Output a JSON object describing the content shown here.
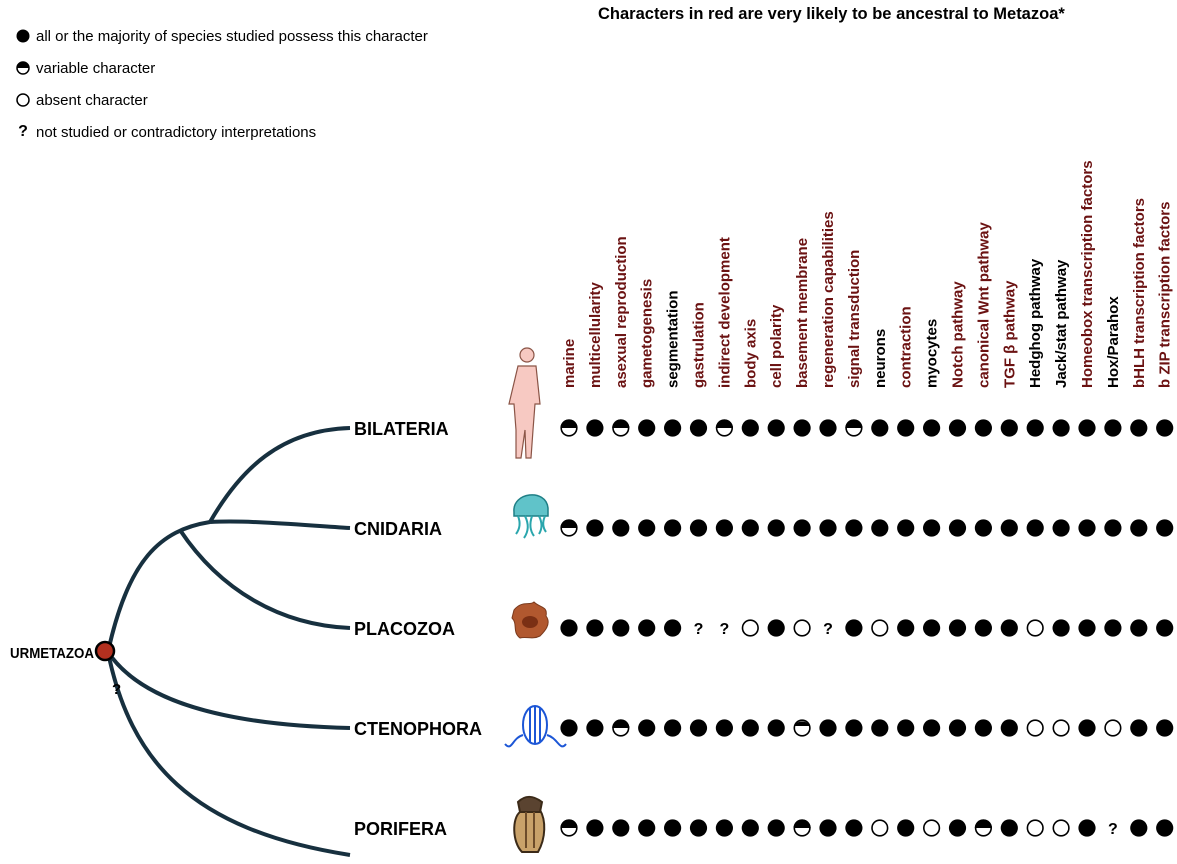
{
  "title": "Characters in red are very likely to be ancestral to Metazoa*",
  "legend": {
    "all": "all or the majority of species studied possess this character",
    "variable": "variable character",
    "absent": "absent character",
    "unknown_symbol": "?",
    "unknown": "not studied or contradictory interpretations"
  },
  "colors": {
    "ancestral": "#6b1212",
    "normal": "#000000",
    "branch": "#17303f"
  },
  "root_label": "URMETAZOA",
  "root_question": "?",
  "characters": [
    {
      "label": "marine",
      "ancestral": true
    },
    {
      "label": "multicellularity",
      "ancestral": true
    },
    {
      "label": "asexual reproduction",
      "ancestral": true
    },
    {
      "label": "gametogenesis",
      "ancestral": true
    },
    {
      "label": "segmentation",
      "ancestral": false
    },
    {
      "label": "gastrulation",
      "ancestral": true
    },
    {
      "label": "indirect development",
      "ancestral": true
    },
    {
      "label": "body axis",
      "ancestral": true
    },
    {
      "label": "cell polarity",
      "ancestral": true
    },
    {
      "label": "basement membrane",
      "ancestral": true
    },
    {
      "label": "regeneration capabilities",
      "ancestral": true
    },
    {
      "label": "signal transduction",
      "ancestral": true
    },
    {
      "label": "neurons",
      "ancestral": false
    },
    {
      "label": "contraction",
      "ancestral": true
    },
    {
      "label": "myocytes",
      "ancestral": false
    },
    {
      "label": "Notch pathway",
      "ancestral": true
    },
    {
      "label": "canonical Wnt pathway",
      "ancestral": true
    },
    {
      "label": "TGF β pathway",
      "ancestral": true
    },
    {
      "label": "Hedghog pathway",
      "ancestral": false
    },
    {
      "label": "Jack/stat pathway",
      "ancestral": false
    },
    {
      "label": "Homeobox transcription factors",
      "ancestral": true
    },
    {
      "label": "Hox/Parahox",
      "ancestral": false
    },
    {
      "label": "bHLH transcription factors",
      "ancestral": true
    },
    {
      "label": "b ZIP transcription factors",
      "ancestral": true
    }
  ],
  "taxa": [
    {
      "name": "BILATERIA",
      "icon": "human-figure-icon",
      "states": [
        "V",
        "F",
        "V",
        "F",
        "F",
        "F",
        "V",
        "F",
        "F",
        "F",
        "F",
        "V",
        "F",
        "F",
        "F",
        "F",
        "F",
        "F",
        "F",
        "F",
        "F",
        "F",
        "F",
        "F"
      ]
    },
    {
      "name": "CNIDARIA",
      "icon": "jellyfish-icon",
      "states": [
        "V",
        "F",
        "F",
        "F",
        "F",
        "F",
        "F",
        "F",
        "F",
        "F",
        "F",
        "F",
        "F",
        "F",
        "F",
        "F",
        "F",
        "F",
        "F",
        "F",
        "F",
        "F",
        "F",
        "F"
      ]
    },
    {
      "name": "PLACOZOA",
      "icon": "placozoan-icon",
      "states": [
        "F",
        "F",
        "F",
        "F",
        "F",
        "?",
        "?",
        "O",
        "F",
        "O",
        "?",
        "F",
        "O",
        "F",
        "F",
        "F",
        "F",
        "F",
        "O",
        "F",
        "F",
        "F",
        "F",
        "F"
      ]
    },
    {
      "name": "CTENOPHORA",
      "icon": "comb-jelly-icon",
      "states": [
        "F",
        "F",
        "V",
        "F",
        "F",
        "F",
        "F",
        "F",
        "F",
        "R",
        "F",
        "F",
        "F",
        "F",
        "F",
        "F",
        "F",
        "F",
        "O",
        "O",
        "F",
        "O",
        "F",
        "F"
      ]
    },
    {
      "name": "PORIFERA",
      "icon": "sponge-icon",
      "states": [
        "V",
        "F",
        "F",
        "F",
        "F",
        "F",
        "F",
        "F",
        "F",
        "V",
        "F",
        "F",
        "O",
        "F",
        "O",
        "F",
        "V",
        "F",
        "O",
        "O",
        "F",
        "?",
        "F",
        "F"
      ]
    }
  ]
}
